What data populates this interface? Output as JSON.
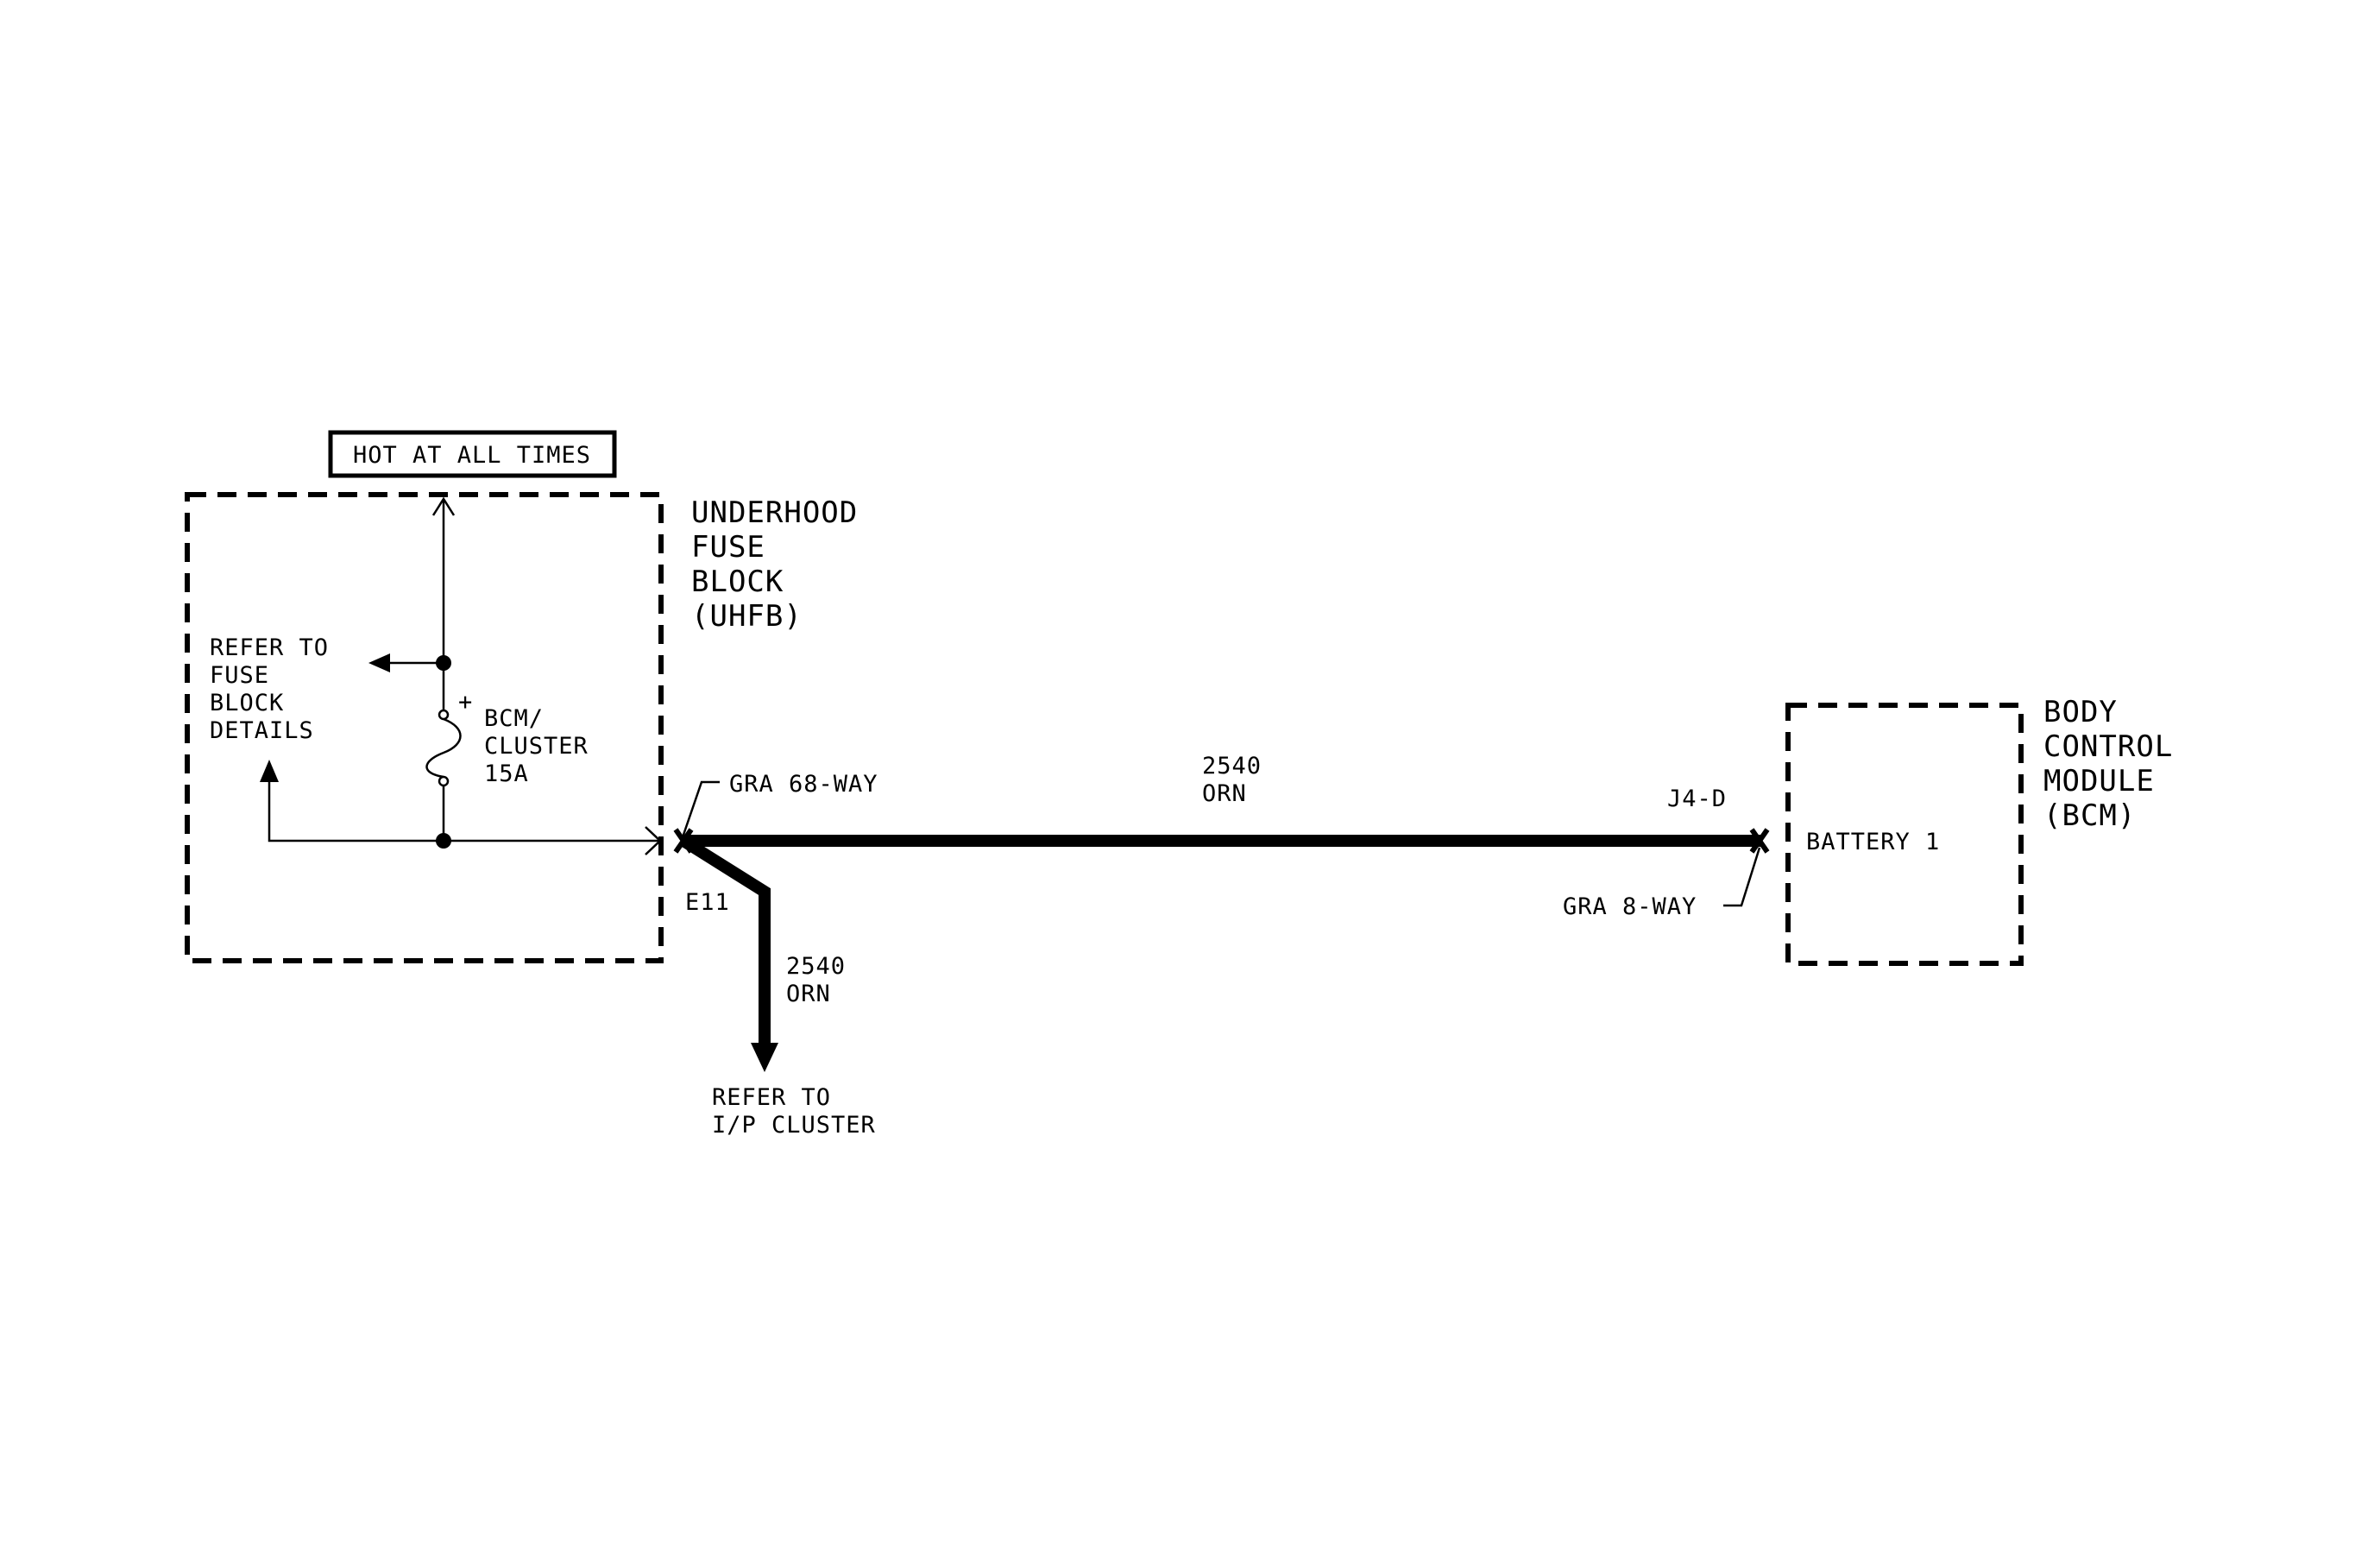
{
  "badge": {
    "hot": "HOT AT ALL TIMES"
  },
  "uhfb": {
    "name": [
      "UNDERHOOD",
      "FUSE",
      "BLOCK",
      "(UHFB)"
    ],
    "refer": [
      "REFER TO",
      "FUSE",
      "BLOCK",
      "DETAILS"
    ],
    "fuse": [
      "BCM/",
      "CLUSTER",
      "15A"
    ],
    "fuse_polarity": "+"
  },
  "connectors": {
    "uhfb_connector": "GRA 68-WAY",
    "uhfb_pin": "E11",
    "bcm_pin": "J4-D",
    "bcm_connector": "GRA 8-WAY"
  },
  "wires": {
    "main": [
      "2540",
      "ORN"
    ],
    "branch": [
      "2540",
      "ORN"
    ]
  },
  "branch_refer": [
    "REFER TO",
    "I/P CLUSTER"
  ],
  "bcm": {
    "name": [
      "BODY",
      "CONTROL",
      "MODULE",
      "(BCM)"
    ],
    "terminal": "BATTERY 1"
  }
}
